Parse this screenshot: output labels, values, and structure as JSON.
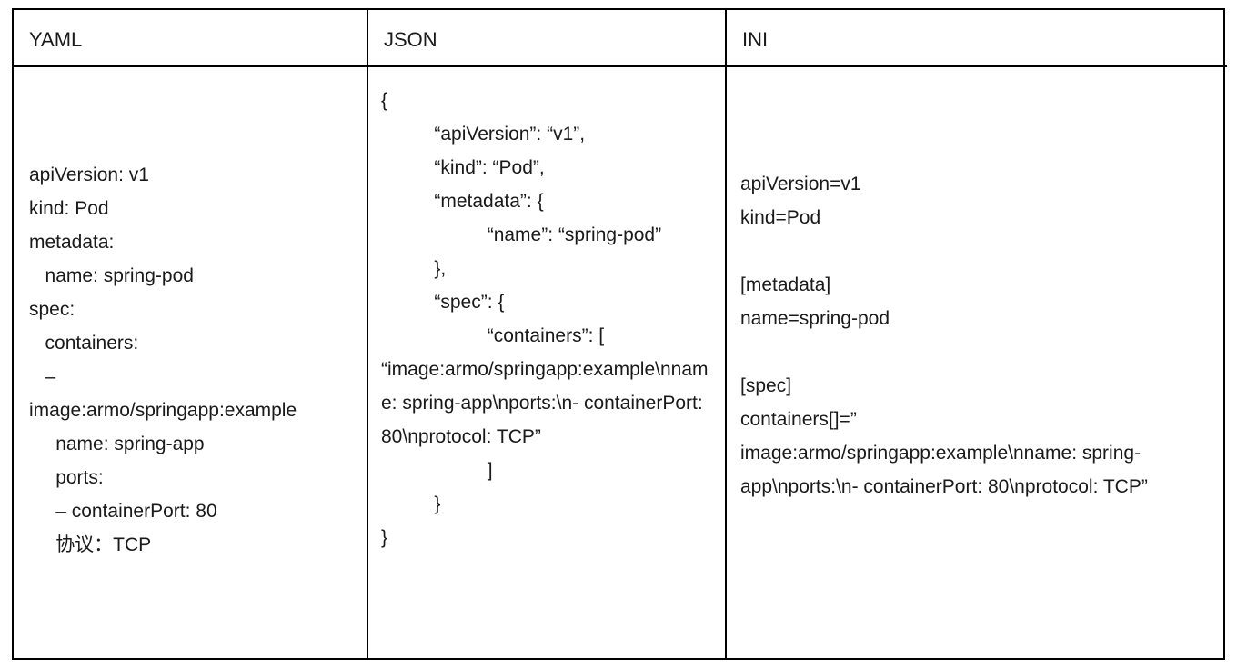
{
  "table": {
    "columns": [
      {
        "id": "yaml",
        "header": "YAML"
      },
      {
        "id": "json",
        "header": "JSON"
      },
      {
        "id": "ini",
        "header": "INI"
      }
    ],
    "cells": {
      "yaml": "apiVersion: v1\nkind: Pod\nmetadata:\n   name: spring-pod\nspec:\n   containers:\n   –\nimage:armo/springapp:example\n     name: spring-app\n     ports:\n     – containerPort: 80\n     协议：TCP",
      "json": "{\n          “apiVersion”: “v1”,\n          “kind”: “Pod”,\n          “metadata”: {\n                    “name”: “spring-pod”\n          },\n          “spec”: {\n                    “containers”: [\n“image:armo/springapp:example\\nname: spring-app\\nports:\\n- containerPort: 80\\nprotocol: TCP”\n                    ]\n          }\n}",
      "ini": "apiVersion=v1\nkind=Pod\n\n[metadata]\nname=spring-pod\n\n[spec]\ncontainers[]=”\nimage:armo/springapp:example\\nname: spring-app\\nports:\\n- containerPort: 80\\nprotocol: TCP”"
    }
  },
  "colors": {
    "border": "#000000",
    "text": "#1a1a1a",
    "background": "#ffffff"
  }
}
